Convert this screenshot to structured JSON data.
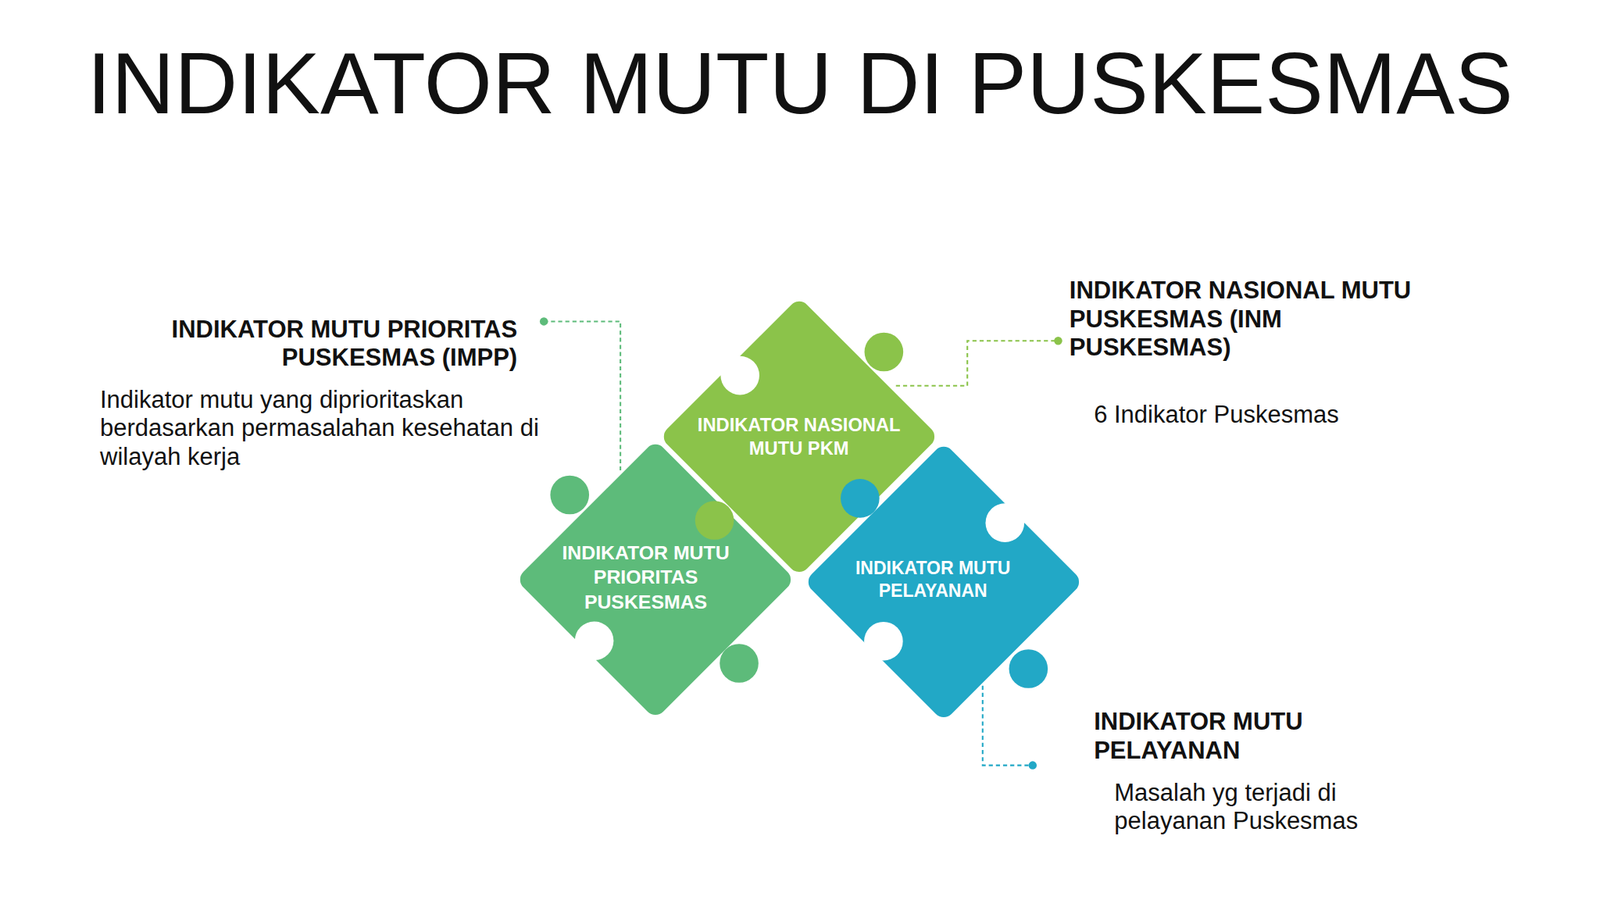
{
  "diagram": {
    "title": "INDIKATOR MUTU DI PUSKESMAS",
    "nodes": [
      {
        "text": [
          "INDIKATOR NASIONAL MUTU PKM"
        ]
      },
      {
        "text": [
          "INDIKATOR MUTU PRIORITAS PUSKESMAS"
        ]
      },
      {
        "text": [
          "INDIKATOR MUTU PELAYANAN"
        ]
      }
    ],
    "labels": [
      "INDIKATOR MUTU PRIORITAS PUSKESMAS (IMPP)",
      "Indikator mutu yang diprioritaskan berdasarkan permasalahan kesehatan di wilayah kerja",
      "INDIKATOR NASIONAL MUTU PUSKESMAS (INM PUSKESMAS)",
      "6 Indikator Puskesmas",
      "INDIKATOR MUTU PELAYANAN",
      "Masalah yg terjadi di pelayanan Puskesmas"
    ]
  }
}
